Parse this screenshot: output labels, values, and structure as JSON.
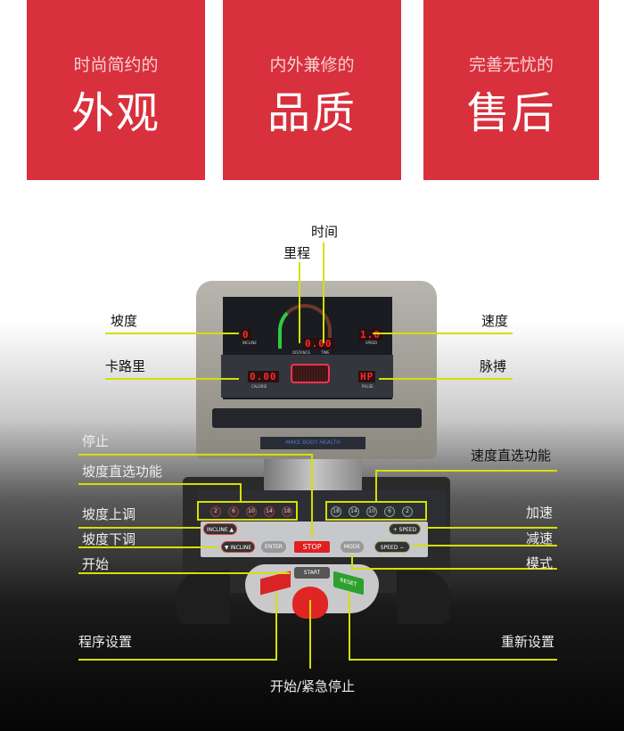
{
  "banners": [
    {
      "sub": "时尚简约的",
      "big": "外观"
    },
    {
      "sub": "内外兼修的",
      "big": "品质"
    },
    {
      "sub": "完善无忧的",
      "big": "售后"
    }
  ],
  "labels": {
    "time": "时间",
    "distance": "里程",
    "incline": "坡度",
    "speed": "速度",
    "calorie": "卡路里",
    "pulse": "脉搏",
    "stop": "停止",
    "incline_preset": "坡度直选功能",
    "speed_preset": "速度直选功能",
    "incline_up": "坡度上调",
    "speed_up": "加速",
    "incline_down": "坡度下调",
    "speed_down": "减速",
    "start": "开始",
    "mode": "模式",
    "program": "程序设置",
    "reset": "重新设置",
    "start_emergency": "开始/紧急停止"
  },
  "console": {
    "incline_value": "0",
    "distance_value": "0.00",
    "speed_value": "1.0",
    "calorie_value": "0.00",
    "pulse_value": "HP",
    "incline_caption": "INCLINE",
    "distance_caption": "DISTANCE",
    "time_caption": "TIME",
    "speed_caption": "SPEED",
    "calorie_caption": "CALORIE",
    "pulse_caption": "PULSE",
    "brand": "MAKE BODY HEALTH",
    "incline_presets": [
      "2",
      "6",
      "10",
      "14",
      "18"
    ],
    "speed_presets": [
      "18",
      "14",
      "10",
      "6",
      "2"
    ],
    "incline_up_btn": "INCLINE ▲",
    "incline_down_btn": "▼ INCLINE",
    "enter_btn": "ENTER",
    "stop_btn": "STOP",
    "mode_btn": "MODE",
    "speed_up_btn": "+ SPEED",
    "speed_down_btn": "SPEED −",
    "start_btn": "START",
    "reset_btn": "RESET"
  },
  "colors": {
    "banner": "#d8303c",
    "callout": "#d4e000",
    "stop": "#e02020",
    "reset": "#2ea02e"
  }
}
